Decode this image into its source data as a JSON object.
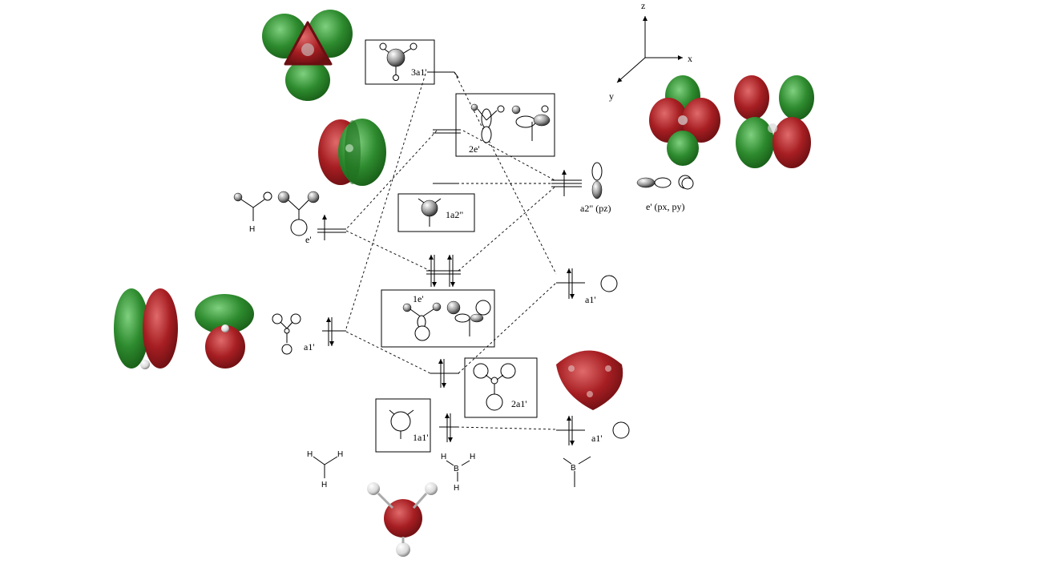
{
  "axes": {
    "z": "z",
    "x": "x",
    "y": "y"
  },
  "labels": {
    "mo_3a1p": "3a1'",
    "mo_2ep": "2e'",
    "mo_1a2pp": "1a2\"",
    "mo_1ep": "1e'",
    "mo_2a1p": "2a1'",
    "mo_1a1p": "1a1'",
    "h3_ep": "e'",
    "h3_a1p": "a1'",
    "b_a2pp": "a2\" (pz)",
    "b_ep": "e' (px, py)",
    "b_a1p_upper": "a1'",
    "b_a1p_lower": "a1'"
  },
  "molecules": {
    "h3": {
      "h_top_left": "H",
      "h_top_right": "H",
      "h_bottom": "H"
    },
    "bh3": {
      "h_left": "H",
      "b": "B",
      "h_right": "H",
      "h_bottom": "H"
    },
    "b": {
      "b": "B"
    }
  },
  "colors": {
    "lobe_red": "#a61e22",
    "lobe_green": "#2e8b2e",
    "line": "#000000"
  }
}
